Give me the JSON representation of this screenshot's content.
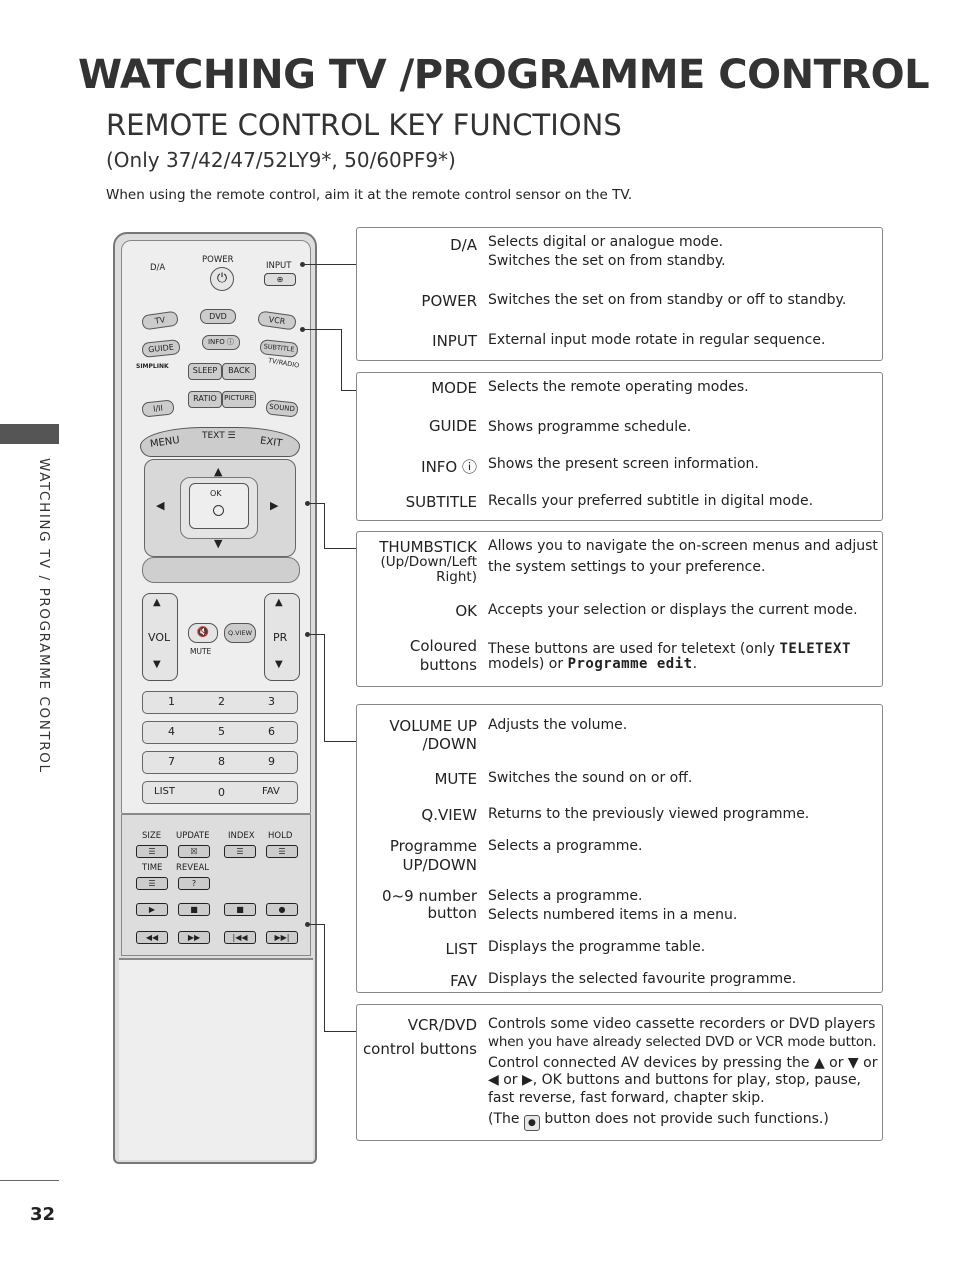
{
  "page": {
    "title": "WATCHING TV /PROGRAMME CONTROL",
    "section_title": "REMOTE CONTROL KEY FUNCTIONS",
    "models": "(Only 37/42/47/52LY9*, 50/60PF9*)",
    "intro": "When using the remote control, aim it at the remote control sensor on the TV.",
    "side_label": "WATCHING TV / PROGRAMME CONTROL",
    "page_number": "32"
  },
  "remote": {
    "da": "D/A",
    "power": "POWER",
    "input": "INPUT",
    "tv": "TV",
    "dvd": "DVD",
    "vcr": "VCR",
    "guide": "GUIDE",
    "info": "INFO ⓘ",
    "subtitle": "SUBTITLE",
    "simplink": "SIMPLINK",
    "tvradio": "TV/RADIO",
    "sleep": "SLEEP",
    "back": "BACK",
    "iii": "I/II",
    "ratio": "RATIO",
    "picture": "PICTURE",
    "sound": "SOUND",
    "menu": "MENU",
    "text": "TEXT ☰",
    "exit": "EXIT",
    "ok": "OK",
    "vol": "VOL",
    "pr": "PR",
    "mute": "MUTE",
    "qview": "Q.VIEW",
    "digits": [
      "1",
      "2",
      "3",
      "4",
      "5",
      "6",
      "7",
      "8",
      "9"
    ],
    "list": "LIST",
    "zero": "0",
    "fav": "FAV",
    "size": "SIZE",
    "update": "UPDATE",
    "index": "INDEX",
    "hold": "HOLD",
    "time": "TIME",
    "reveal": "REVEAL"
  },
  "groups": [
    {
      "items": [
        {
          "label": "D/A",
          "desc1": "Selects digital or analogue mode.",
          "desc2": "Switches the set on from standby."
        },
        {
          "label": "POWER",
          "desc1": "Switches the set on from standby or off to standby."
        },
        {
          "label": "INPUT",
          "desc1": "External input mode rotate in regular sequence."
        }
      ]
    },
    {
      "items": [
        {
          "label": "MODE",
          "desc1": "Selects the remote operating modes."
        },
        {
          "label": "GUIDE",
          "desc1": "Shows programme schedule."
        },
        {
          "label": "INFO ⓘ",
          "desc1": "Shows the present screen information."
        },
        {
          "label": "SUBTITLE",
          "desc1": "Recalls your preferred subtitle in digital mode."
        }
      ]
    },
    {
      "items": [
        {
          "label": "THUMBSTICK",
          "sublabel1": "(Up/Down/Left",
          "sublabel2": "Right)",
          "desc1": "Allows you to navigate the on-screen menus and adjust",
          "desc2": "the system settings to your preference."
        },
        {
          "label": "OK",
          "desc1": "Accepts your selection or displays the current mode."
        },
        {
          "label": "Coloured",
          "label2": "buttons",
          "desc1": "These buttons are used for teletext (only",
          "desc1_mono": "TELETEXT",
          "desc2": "models) or",
          "desc2_mono": "Programme edit",
          "desc2_end": "."
        }
      ]
    },
    {
      "items": [
        {
          "label": "VOLUME UP",
          "label2": "/DOWN",
          "desc1": "Adjusts the volume."
        },
        {
          "label": "MUTE",
          "desc1": "Switches the sound on or off."
        },
        {
          "label": "Q.VIEW",
          "desc1": "Returns to the previously viewed programme."
        },
        {
          "label": "Programme",
          "label2": "UP/DOWN",
          "desc1": "Selects a programme."
        },
        {
          "label": "0~9 number",
          "label2": "button",
          "desc1": "Selects a programme.",
          "desc2": "Selects numbered items in a menu."
        },
        {
          "label": "LIST",
          "desc1": "Displays the programme table."
        },
        {
          "label": "FAV",
          "desc1": "Displays the selected favourite programme."
        }
      ]
    },
    {
      "items": [
        {
          "label": "VCR/DVD",
          "label2": "control buttons",
          "desc1": "Controls some video cassette recorders or DVD players",
          "desc2": "when you have already selected DVD or VCR mode button.",
          "desc3": "Control connected AV devices by pressing the ▲ or ▼ or",
          "desc4": "◀ or ▶, OK buttons and buttons for play, stop, pause,",
          "desc5": "fast reverse, fast forward, chapter skip.",
          "desc6a": "(The",
          "desc6b": "button does not provide such functions.)"
        }
      ]
    }
  ]
}
